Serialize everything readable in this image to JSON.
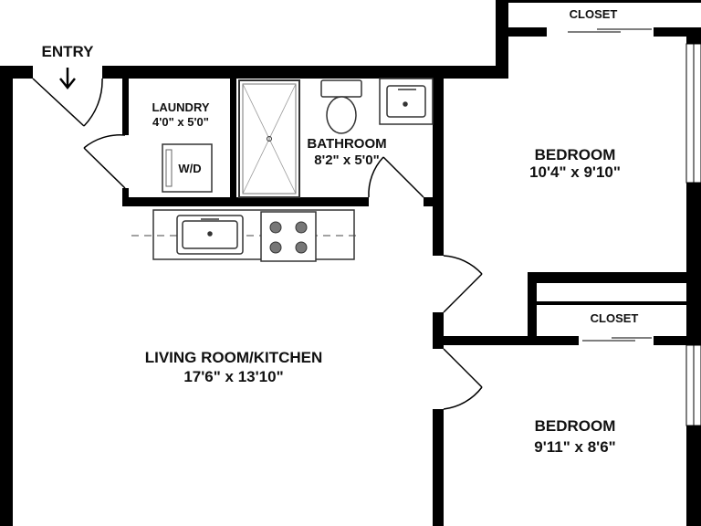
{
  "entry": {
    "label": "ENTRY"
  },
  "rooms": {
    "laundry": {
      "name": "LAUNDRY",
      "size": "4'0\" x 5'0\""
    },
    "bathroom": {
      "name": "BATHROOM",
      "size": "8'2\" x 5'0\""
    },
    "bedroom1": {
      "name": "BEDROOM",
      "size": "10'4\" x 9'10\""
    },
    "bedroom2": {
      "name": "BEDROOM",
      "size": "9'11\" x 8'6\""
    },
    "living": {
      "name": "LIVING ROOM/KITCHEN",
      "size": "17'6\" x 13'10\""
    }
  },
  "closets": {
    "top": {
      "label": "CLOSET"
    },
    "middle": {
      "label": "CLOSET"
    }
  },
  "appliances": {
    "washer_dryer": {
      "label": "W/D"
    }
  },
  "colors": {
    "wall": "#000000",
    "fixture": "#555555",
    "counter": "#bbbbbb",
    "background": "#ffffff"
  }
}
